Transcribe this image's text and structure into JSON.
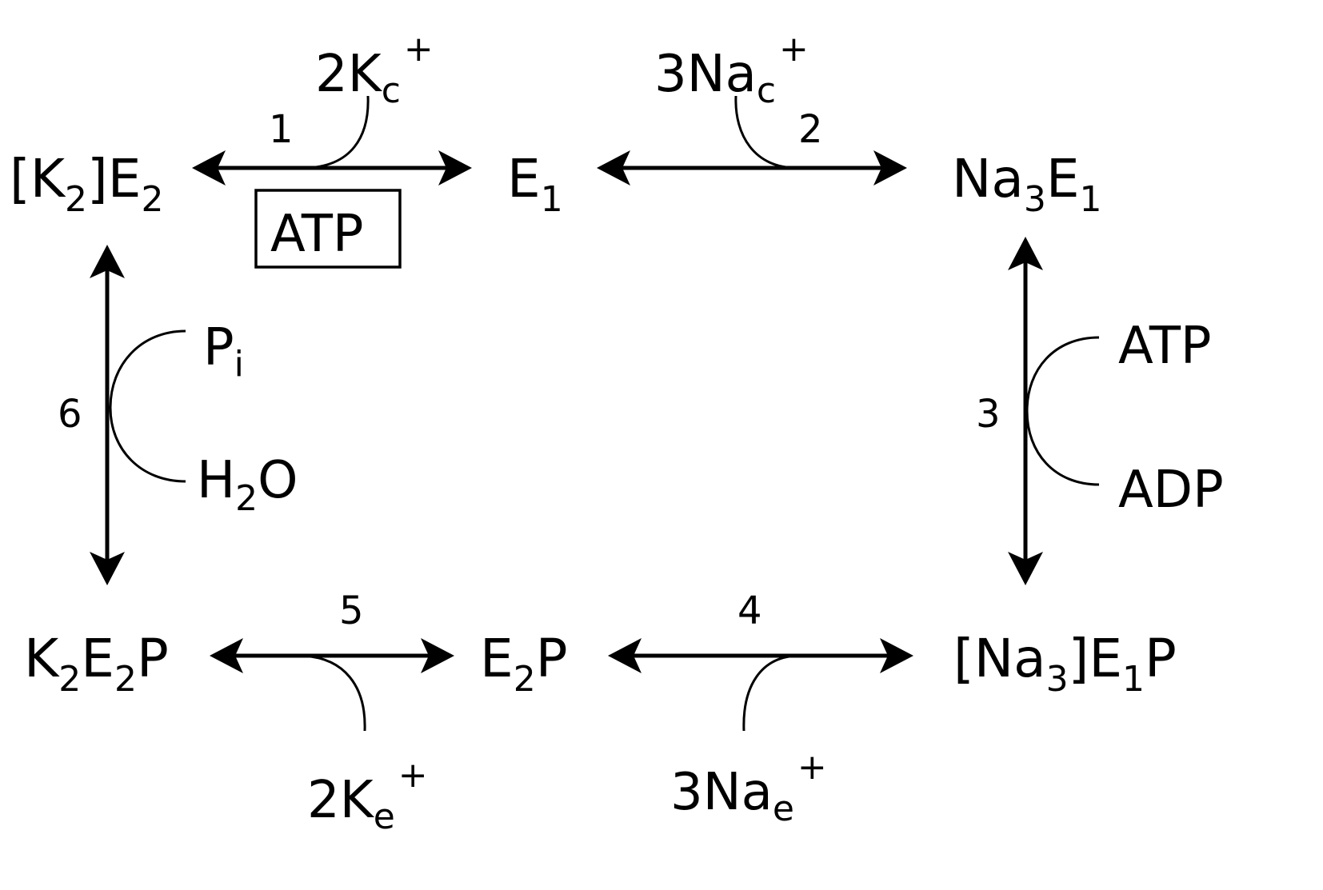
{
  "species": {
    "k2e2": {
      "lb": "[K",
      "s1": "2",
      "mid": "]E",
      "s2": "2"
    },
    "e1": {
      "main": "E",
      "s1": "1"
    },
    "na3e1": {
      "a": "Na",
      "s1": "3",
      "b": "E",
      "s2": "1"
    },
    "na3e1p": {
      "a": "[Na",
      "s1": "3",
      "b": "]E",
      "s2": "1",
      "c": "P"
    },
    "e2p": {
      "a": "E",
      "s1": "2",
      "b": "P"
    },
    "k2e2p": {
      "a": "K",
      "s1": "2",
      "b": "E",
      "s2": "2",
      "c": "P"
    }
  },
  "steps": {
    "s1": "1",
    "s2": "2",
    "s3": "3",
    "s4": "4",
    "s5": "5",
    "s6": "6"
  },
  "ions": {
    "kc": {
      "n": "2K",
      "sub": "c",
      "sup": "+"
    },
    "nac": {
      "n": "3Na",
      "sub": "c",
      "sup": "+"
    },
    "ke": {
      "n": "2K",
      "sub": "e",
      "sup": "+"
    },
    "nae": {
      "n": "3Na",
      "sub": "e",
      "sup": "+"
    }
  },
  "cofactors": {
    "atp_box": "ATP",
    "atp": "ATP",
    "adp": "ADP",
    "pi": {
      "a": "P",
      "sub": "i"
    },
    "h2o": {
      "a": "H",
      "sub": "2",
      "b": "O"
    }
  },
  "colors": {
    "ink": "#000000",
    "background": "#ffffff"
  }
}
